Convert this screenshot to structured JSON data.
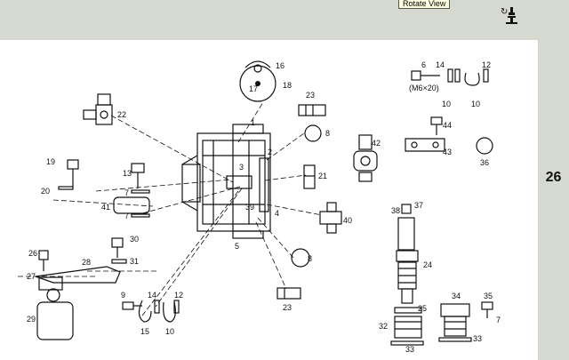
{
  "toolbar": {
    "tooltip": "Rotate View",
    "icon": "rotate-view-icon"
  },
  "page": {
    "section_number": "26"
  },
  "callouts": {
    "c1": "1",
    "c2": "2",
    "c3": "3",
    "c4": "4",
    "c5": "5",
    "c6": "6",
    "c7a": "7",
    "c7b": "7",
    "c7c": "7",
    "c8a": "8",
    "c8b": "8",
    "c9": "9",
    "c10a": "10",
    "c10b": "10",
    "c10c": "10",
    "c12a": "12",
    "c12b": "12",
    "c13": "13",
    "c14a": "14",
    "c14b": "14",
    "c15": "15",
    "c16": "16",
    "c17": "17",
    "c18": "18",
    "c19": "19",
    "c20": "20",
    "c21": "21",
    "c22": "22",
    "c23a": "23",
    "c23b": "23",
    "c24": "24",
    "c25": "25",
    "c26": "26",
    "c27": "27",
    "c28": "28",
    "c29": "29",
    "c30": "30",
    "c31": "31",
    "c32": "32",
    "c33a": "33",
    "c33b": "33",
    "c34": "34",
    "c35": "35",
    "c36": "36",
    "c37": "37",
    "c38": "38",
    "c39": "39",
    "c40": "40",
    "c41": "41",
    "c42": "42",
    "c43": "43",
    "c44": "44",
    "bolt_spec": "(M6×20)"
  }
}
